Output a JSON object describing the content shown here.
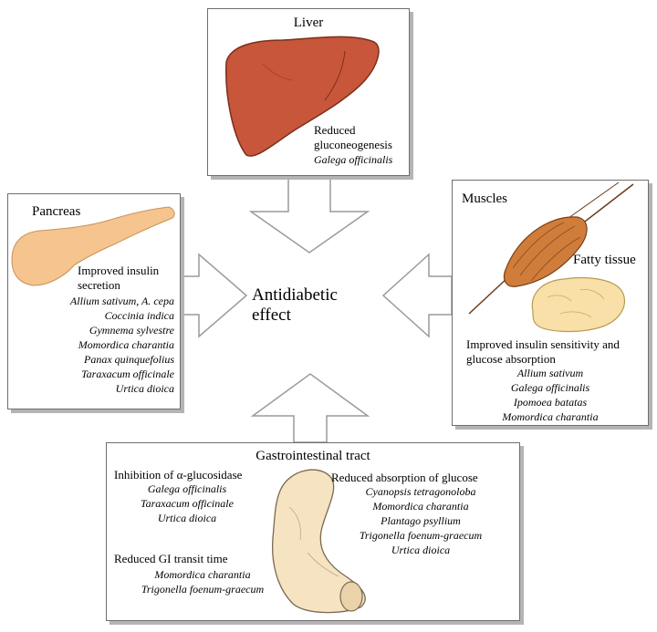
{
  "center_label": {
    "line1": "Antidiabetic",
    "line2": "effect"
  },
  "liver": {
    "title": "Liver",
    "effect": [
      "Reduced",
      "gluconeogenesis"
    ],
    "species": [
      "Galega officinalis"
    ]
  },
  "pancreas": {
    "title": "Pancreas",
    "effect": [
      "Improved insulin",
      "secretion"
    ],
    "species": [
      "Allium sativum, A. cepa",
      "Coccinia indica",
      "Gymnema sylvestre",
      "Momordica charantia",
      "Panax quinquefolius",
      "Taraxacum officinale",
      "Urtica dioica"
    ]
  },
  "muscles": {
    "title": "Muscles",
    "fatty_label": "Fatty tissue",
    "effect": [
      "Improved insulin sensitivity and",
      "glucose absorption"
    ],
    "species": [
      "Allium sativum",
      "Galega officinalis",
      "Ipomoea batatas",
      "Momordica charantia"
    ]
  },
  "gi": {
    "title": "Gastrointestinal tract",
    "inhibition": {
      "label": "Inhibition of α-glucosidase",
      "species": [
        "Galega officinalis",
        "Taraxacum officinale",
        "Urtica dioica"
      ]
    },
    "transit": {
      "label": "Reduced GI transit time",
      "species": [
        "Momordica charantia",
        "Trigonella foenum-graecum"
      ]
    },
    "absorption": {
      "label": "Reduced absorption of glucose",
      "species": [
        "Cyanopsis tetragonoloba",
        "Momordica charantia",
        "Plantago psyllium",
        "Trigonella foenum-graecum",
        "Urtica dioica"
      ]
    }
  },
  "colors": {
    "liver": "#c8563a",
    "pancreas": "#f6c48f",
    "muscle": "#d07d3c",
    "fat": "#f8e0a8",
    "intestine": "#f6e3c2",
    "arrow": "#9a9a9a"
  }
}
